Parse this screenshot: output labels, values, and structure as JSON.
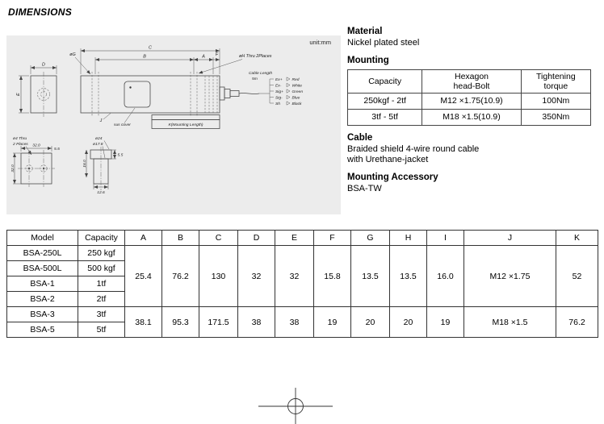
{
  "page": {
    "title": "DIMENSIONS",
    "unit_label": "unit:mm"
  },
  "drawing": {
    "dim_D": "D",
    "dim_E": "E",
    "dim_C": "C",
    "dim_B": "B",
    "dim_A": "A",
    "dim_F": "F",
    "phi_g_label": "øG",
    "phi_h_label": "øH Thru 2Places",
    "cable_length_label": "Cable Length",
    "cable_length_value": "5m",
    "wires": [
      {
        "signal": "Ex+",
        "color": "Red"
      },
      {
        "signal": "Ex-",
        "color": "White"
      },
      {
        "signal": "Sig+",
        "color": "Green"
      },
      {
        "signal": "Sig-",
        "color": "Blue"
      },
      {
        "signal": "Sh",
        "color": "Black"
      }
    ],
    "dim_J": "J",
    "sus_cover_label": "sus cover",
    "mounting_length_label": "K(Mounting Length)",
    "detail_a": {
      "hole_label_1": "ø4 Thru",
      "hole_label_2": "2 Places",
      "dim_top": "32.0",
      "dim_left": "32.0",
      "dim_offset": "5.5"
    },
    "detail_b": {
      "dia_outer": "ø24",
      "dia_inner": "ø17.8",
      "dim_height": "16.0",
      "dim_step": "5.5",
      "dim_bottom": "12.6"
    }
  },
  "info": {
    "material_title": "Material",
    "material_value": "Nickel plated steel",
    "mounting_title": "Mounting",
    "mounting_table": {
      "headers": [
        "Capacity",
        "Hexagon\nhead-Bolt",
        "Tightening\ntorque"
      ],
      "rows": [
        [
          "250kgf - 2tf",
          "M12 ×1.75(10.9)",
          "100Nm"
        ],
        [
          "3tf - 5tf",
          "M18 ×1.5(10.9)",
          "350Nm"
        ]
      ]
    },
    "cable_title": "Cable",
    "cable_line1": "Braided shield 4-wire round cable",
    "cable_line2": "with Urethane-jacket",
    "accessory_title": "Mounting Accessory",
    "accessory_value": "BSA-TW"
  },
  "dims_table": {
    "headers": [
      "Model",
      "Capacity",
      "A",
      "B",
      "C",
      "D",
      "E",
      "F",
      "G",
      "H",
      "I",
      "J",
      "K"
    ],
    "group1": {
      "models": [
        [
          "BSA-250L",
          "250 kgf"
        ],
        [
          "BSA-500L",
          "500 kgf"
        ],
        [
          "BSA-1",
          "1tf"
        ],
        [
          "BSA-2",
          "2tf"
        ]
      ],
      "values": [
        "25.4",
        "76.2",
        "130",
        "32",
        "32",
        "15.8",
        "13.5",
        "13.5",
        "16.0",
        "M12 ×1.75",
        "52"
      ]
    },
    "group2": {
      "models": [
        [
          "BSA-3",
          "3tf"
        ],
        [
          "BSA-5",
          "5tf"
        ]
      ],
      "values": [
        "38.1",
        "95.3",
        "171.5",
        "38",
        "38",
        "19",
        "20",
        "20",
        "19",
        "M18 ×1.5",
        "76.2"
      ]
    }
  }
}
